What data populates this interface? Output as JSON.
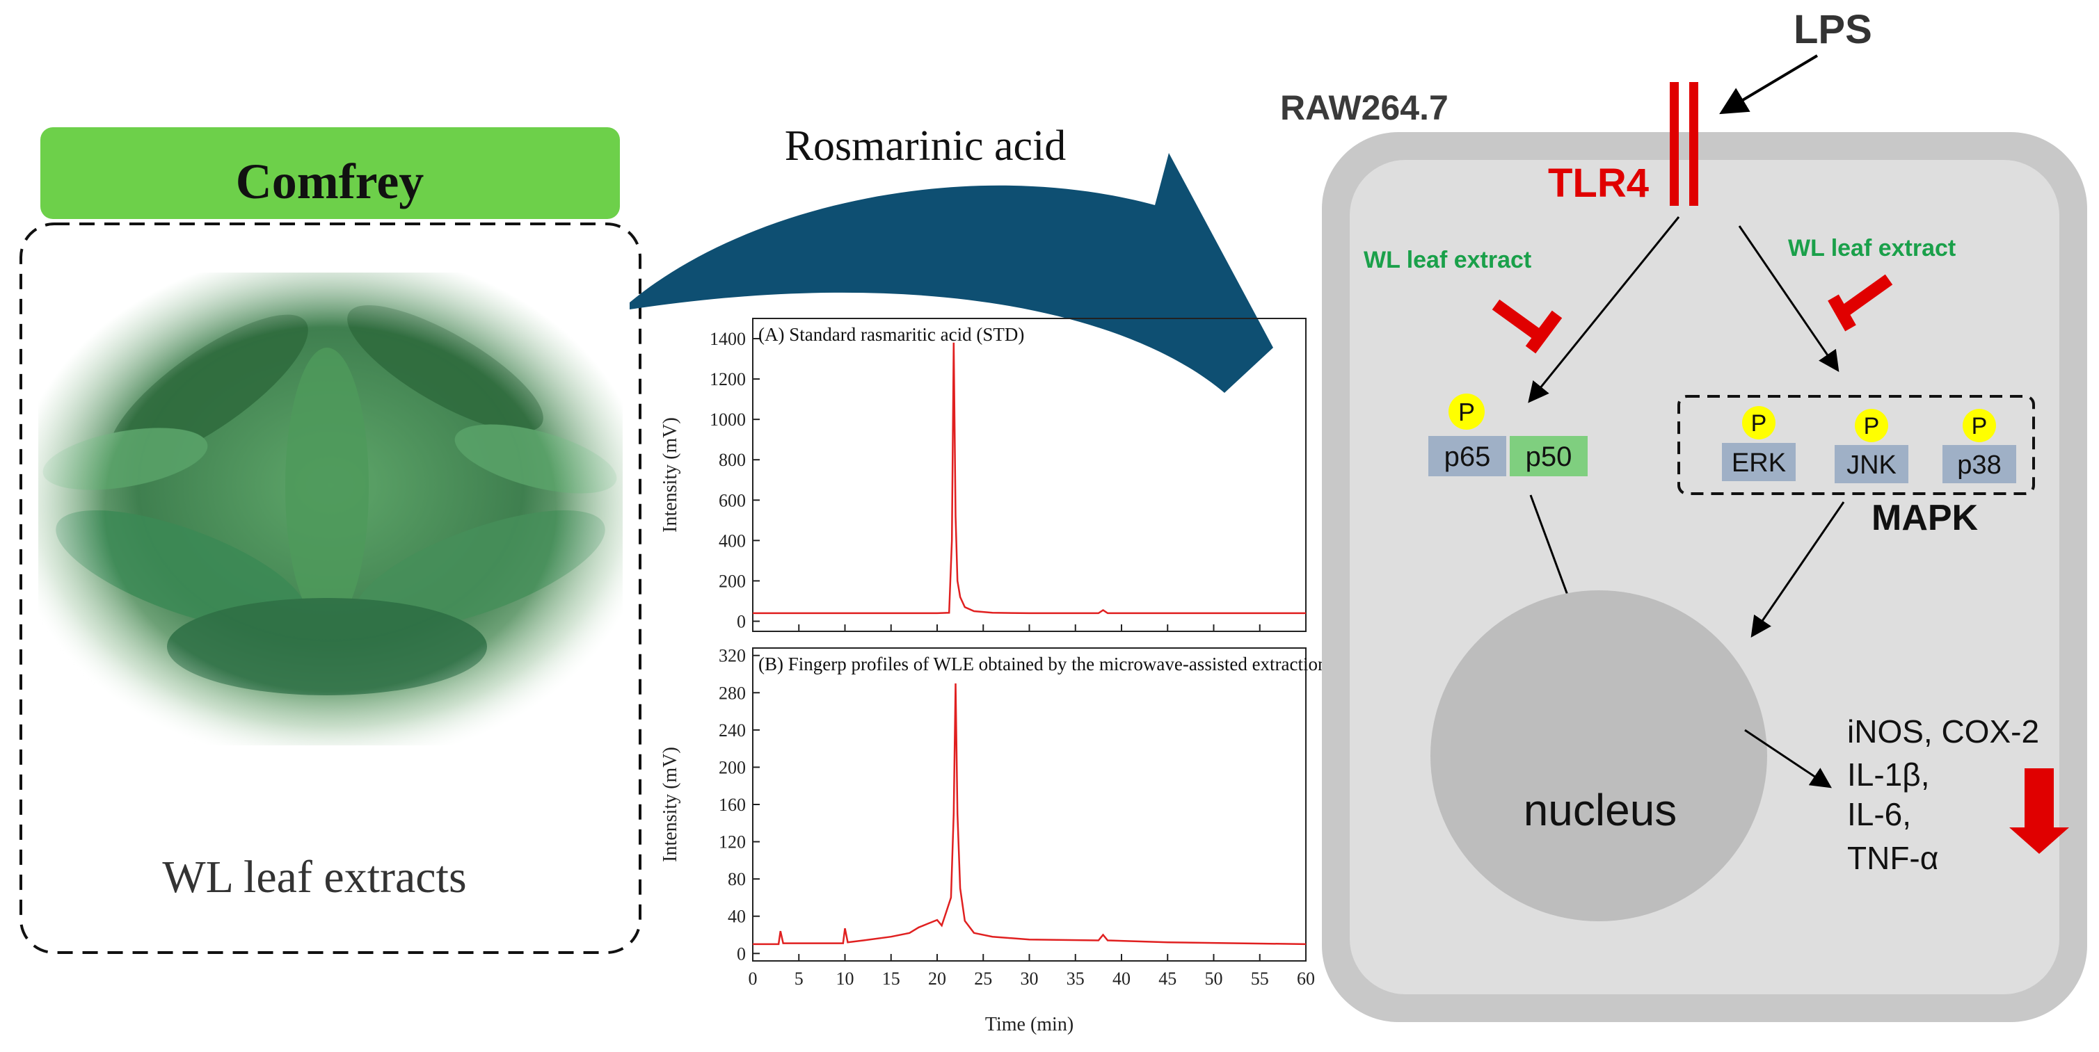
{
  "left_panel": {
    "title": "Comfrey",
    "caption": "WL leaf extracts"
  },
  "arrow_label": "Rosmarinic acid",
  "cell": {
    "name": "RAW264.7",
    "stimulus": "LPS",
    "receptor": "TLR4",
    "inhibitor_left": "WL leaf extract",
    "inhibitor_right": "WL leaf extract",
    "phospho": "P",
    "nfkb": [
      "p65",
      "p50"
    ],
    "mapk_members": [
      "ERK",
      "JNK",
      "p38"
    ],
    "mapk_label": "MAPK",
    "nucleus": "nucleus",
    "outputs": [
      "iNOS, COX-2",
      "IL-1β,",
      "IL-6,",
      "TNF-α"
    ]
  },
  "colors": {
    "header_green": "#6dd04a",
    "inhibitor_green": "#1aa04a",
    "red": "#e00000",
    "arrow_blue": "#0e4f72",
    "cell_outer": "#c8c8c8",
    "cell_inner": "#dedede",
    "nucleus": "#bdbdbd",
    "protein_blue": "#9fb0c6",
    "protein_green": "#7fcf7f",
    "phospho_yellow": "#ffff00",
    "trace_red": "#e02020"
  },
  "chart_data": [
    {
      "type": "line",
      "title": "(A) Standard rasmaritic acid (STD)",
      "ylabel": "Intensity (mV)",
      "xlabel": "",
      "xlim": [
        0,
        60
      ],
      "ylim": [
        -50,
        1500
      ],
      "yticks": [
        0,
        200,
        400,
        600,
        800,
        1000,
        1200,
        1400
      ],
      "x": [
        0,
        20,
        21.3,
        21.6,
        21.8,
        22.0,
        22.2,
        22.5,
        23,
        24,
        26,
        30,
        37.5,
        38,
        38.5,
        45,
        60
      ],
      "y": [
        40,
        40,
        42,
        400,
        1380,
        520,
        200,
        120,
        70,
        50,
        42,
        40,
        40,
        55,
        40,
        40,
        40
      ]
    },
    {
      "type": "line",
      "title": "(B) Fingerp profiles of WLE obtained by the microwave-assisted extraction",
      "ylabel": "Intensity (mV)",
      "xlabel": "Time (min)",
      "xlim": [
        0,
        60
      ],
      "ylim": [
        -8,
        328
      ],
      "yticks": [
        0,
        40,
        80,
        120,
        160,
        200,
        240,
        280,
        320
      ],
      "xticks": [
        0,
        5,
        10,
        15,
        20,
        25,
        30,
        35,
        40,
        45,
        50,
        55,
        60
      ],
      "x": [
        0,
        2.8,
        3.0,
        3.3,
        5,
        9.8,
        10.0,
        10.3,
        12,
        15,
        17,
        18,
        19,
        20,
        20.5,
        21,
        21.5,
        21.8,
        22.0,
        22.2,
        22.5,
        23,
        24,
        26,
        30,
        37.5,
        38,
        38.5,
        45,
        60
      ],
      "y": [
        10,
        10,
        24,
        11,
        11,
        11,
        27,
        12,
        14,
        18,
        22,
        28,
        32,
        36,
        30,
        45,
        60,
        150,
        290,
        150,
        70,
        35,
        22,
        18,
        15,
        14,
        20,
        14,
        12,
        10
      ]
    }
  ]
}
